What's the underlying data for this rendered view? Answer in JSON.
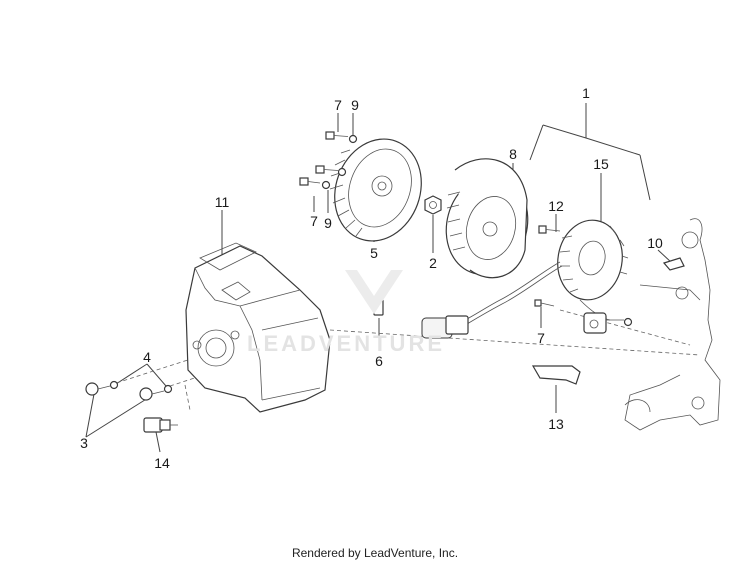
{
  "diagram": {
    "callouts": {
      "c1": "1",
      "c2": "2",
      "c3": "3",
      "c4": "4",
      "c5": "5",
      "c6": "6",
      "c7a": "7",
      "c7b": "7",
      "c7c": "7",
      "c8": "8",
      "c9a": "9",
      "c9b": "9",
      "c10": "10",
      "c11": "11",
      "c12": "12",
      "c13": "13",
      "c14": "14",
      "c15": "15"
    },
    "watermark_text": "LEADVENTURE",
    "footer_text": "Rendered by LeadVenture, Inc."
  }
}
